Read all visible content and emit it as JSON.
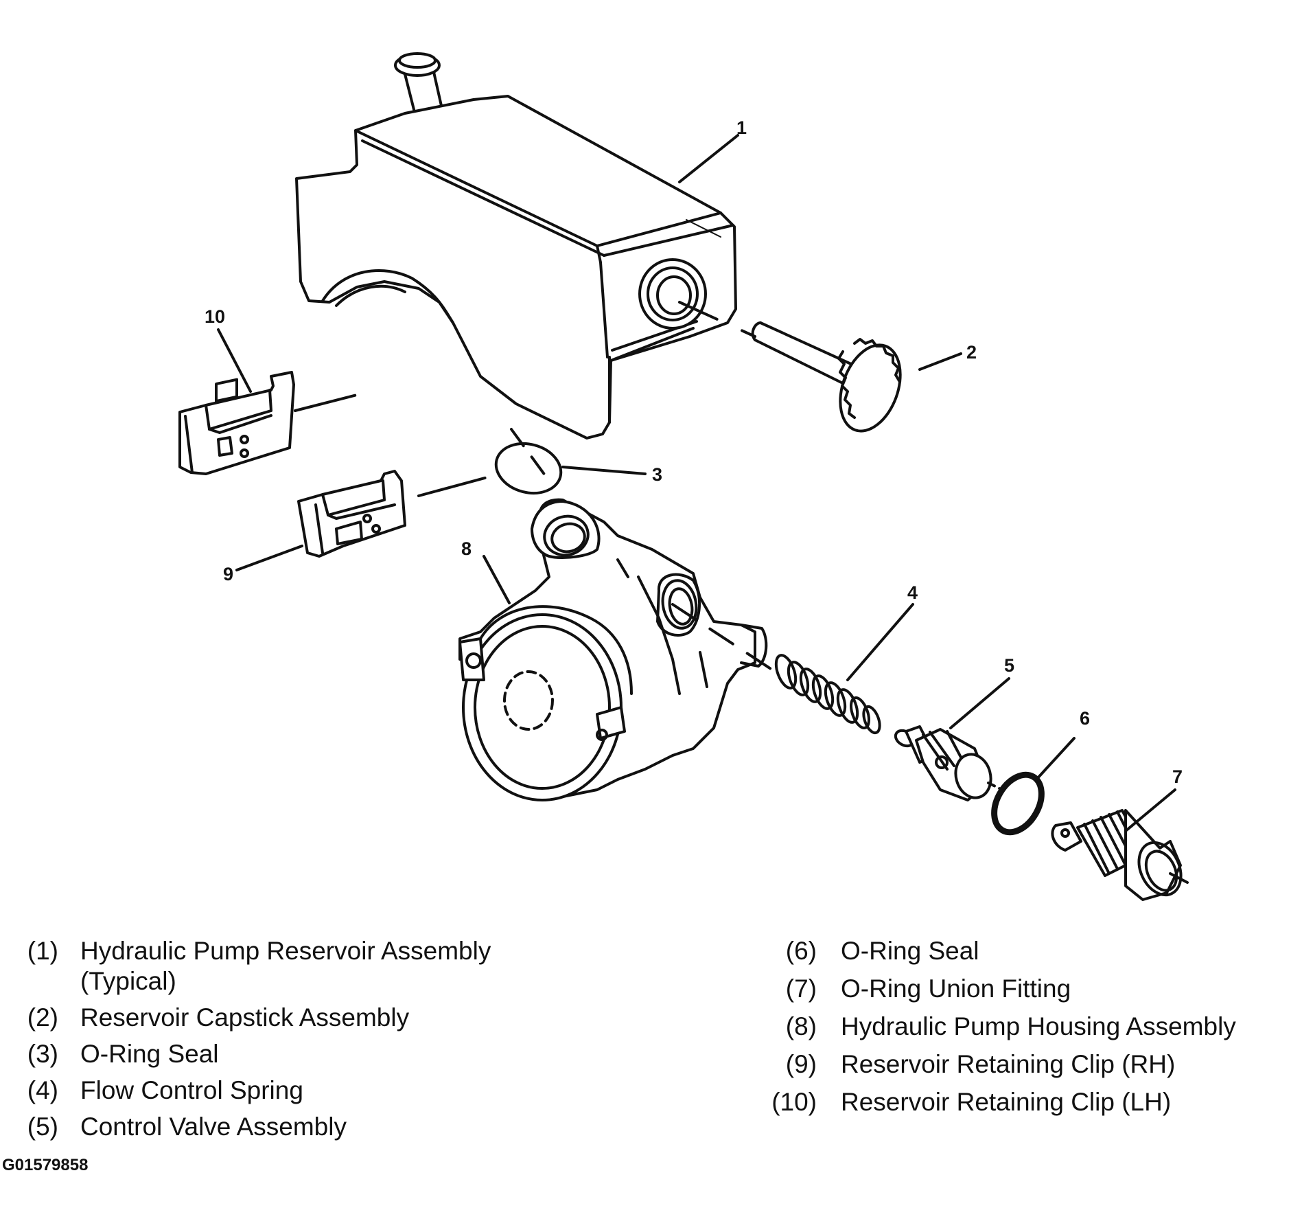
{
  "callouts": {
    "c1": "1",
    "c2": "2",
    "c3": "3",
    "c4": "4",
    "c5": "5",
    "c6": "6",
    "c7": "7",
    "c8": "8",
    "c9": "9",
    "c10": "10"
  },
  "legend": {
    "left": [
      {
        "num": "(1)",
        "lines": [
          "Hydraulic Pump Reservoir Assembly",
          "(Typical)"
        ]
      },
      {
        "num": "(2)",
        "lines": [
          "Reservoir Capstick Assembly"
        ]
      },
      {
        "num": "(3)",
        "lines": [
          "O-Ring Seal"
        ]
      },
      {
        "num": "(4)",
        "lines": [
          "Flow Control Spring"
        ]
      },
      {
        "num": "(5)",
        "lines": [
          "Control Valve Assembly"
        ]
      }
    ],
    "right": [
      {
        "num": "(6)",
        "lines": [
          "O-Ring Seal"
        ]
      },
      {
        "num": "(7)",
        "lines": [
          "O-Ring Union Fitting"
        ]
      },
      {
        "num": "(8)",
        "lines": [
          "Hydraulic Pump Housing Assembly"
        ]
      },
      {
        "num": "(9)",
        "lines": [
          "Reservoir Retaining Clip (RH)"
        ]
      },
      {
        "num": "(10)",
        "lines": [
          "Reservoir Retaining Clip (LH)"
        ]
      }
    ]
  },
  "figure_id": "G01579858"
}
